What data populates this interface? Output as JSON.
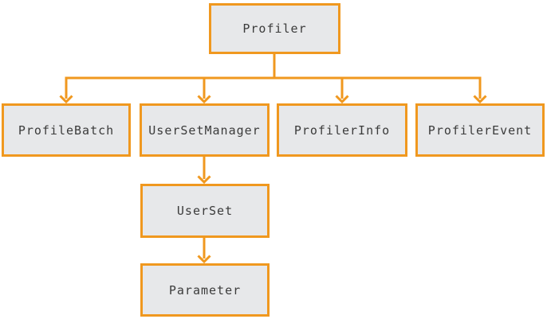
{
  "diagram": {
    "nodes": {
      "profiler": {
        "label": "Profiler"
      },
      "profileBatch": {
        "label": "ProfileBatch"
      },
      "userSetManager": {
        "label": "UserSetManager"
      },
      "profilerInfo": {
        "label": "ProfilerInfo"
      },
      "profilerEvent": {
        "label": "ProfilerEvent"
      },
      "userSet": {
        "label": "UserSet"
      },
      "parameter": {
        "label": "Parameter"
      }
    },
    "edges": [
      {
        "from": "Profiler",
        "to": "ProfileBatch"
      },
      {
        "from": "Profiler",
        "to": "UserSetManager"
      },
      {
        "from": "Profiler",
        "to": "ProfilerInfo"
      },
      {
        "from": "Profiler",
        "to": "ProfilerEvent"
      },
      {
        "from": "UserSetManager",
        "to": "UserSet"
      },
      {
        "from": "UserSet",
        "to": "Parameter"
      }
    ],
    "colors": {
      "border": "#F0981F",
      "fill": "#E7E8EA",
      "text": "#3B3B3B",
      "bg": "#FFFFFF"
    }
  }
}
